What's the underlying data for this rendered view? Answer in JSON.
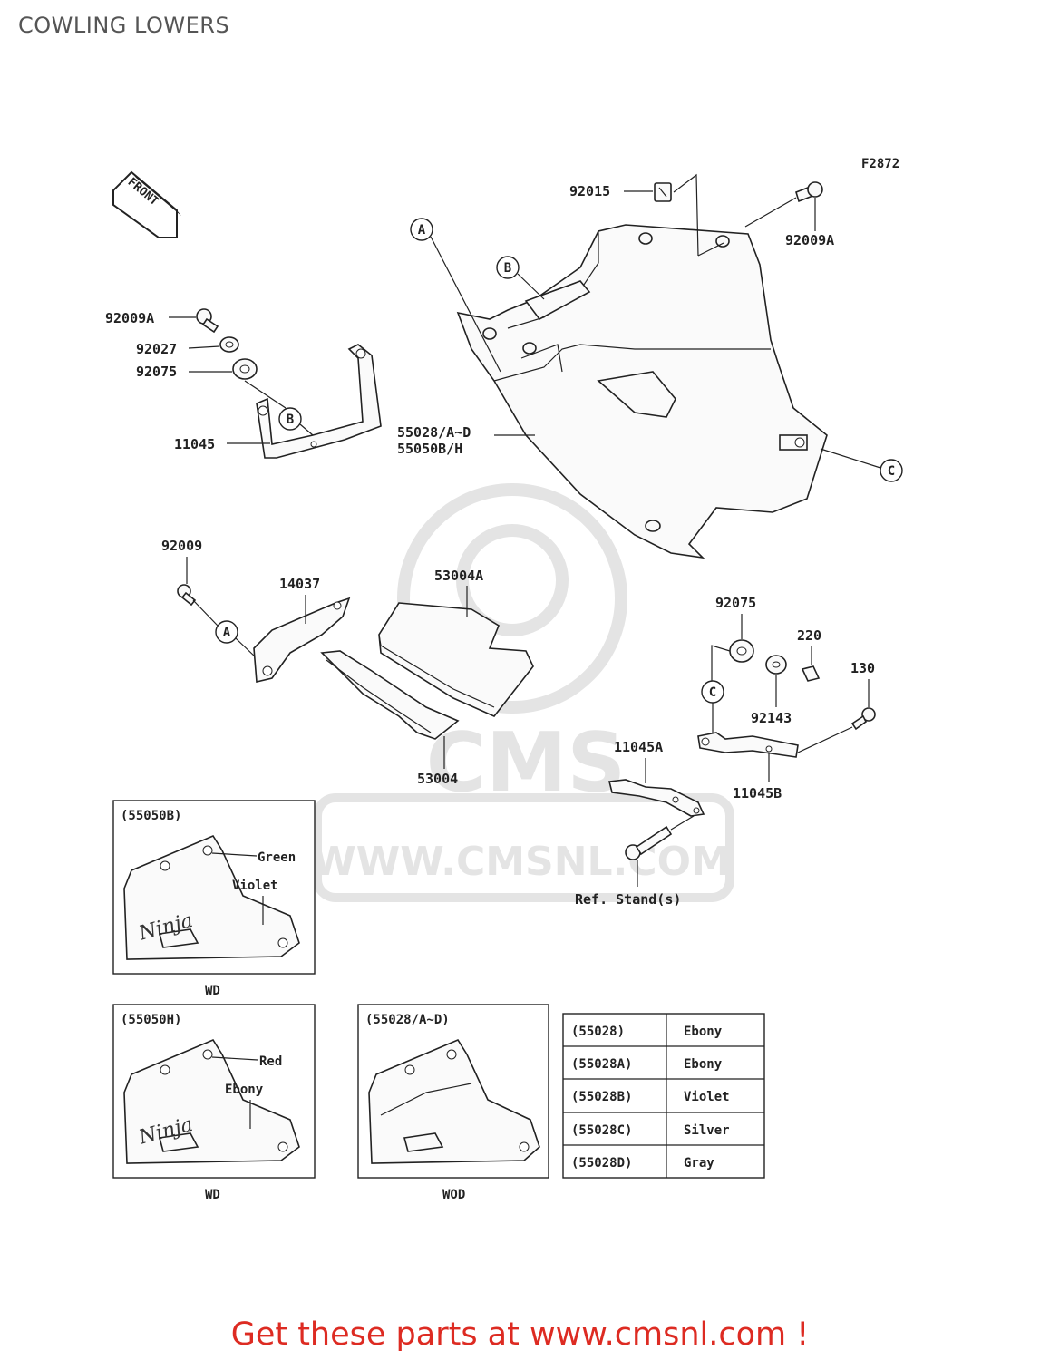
{
  "title": "COWLING LOWERS",
  "figure_code": "F2872",
  "front_label": "FRONT",
  "callouts": {
    "p92015": "92015",
    "p92009A_top": "92009A",
    "p92009A_left": "92009A",
    "p92027": "92027",
    "p92075_left": "92075",
    "p11045": "11045",
    "p55028": "55028/A~D",
    "p55050": "55050B/H",
    "p92009": "92009",
    "p14037": "14037",
    "p53004A": "53004A",
    "p53004": "53004",
    "p92075_right": "92075",
    "p220": "220",
    "p130": "130",
    "p92143": "92143",
    "p11045A": "11045A",
    "p11045B": "11045B",
    "ref_stand": "Ref. Stand(s)"
  },
  "circle_labels": {
    "A": "A",
    "B": "B",
    "C": "C"
  },
  "watermark": {
    "brand": "CMS",
    "url": "WWW.CMSNL.COM"
  },
  "panels": [
    {
      "title": "(55050B)",
      "color1": "Green",
      "color2": "Violet",
      "code": "WD",
      "logo": "Ninja"
    },
    {
      "title": "(55050H)",
      "color1": "Red",
      "color2": "Ebony",
      "code": "WD",
      "logo": "Ninja"
    },
    {
      "title": "(55028/A~D)",
      "code": "WOD"
    }
  ],
  "color_table": [
    {
      "part": "(55028)",
      "color": "Ebony"
    },
    {
      "part": "(55028A)",
      "color": "Ebony"
    },
    {
      "part": "(55028B)",
      "color": "Violet"
    },
    {
      "part": "(55028C)",
      "color": "Silver"
    },
    {
      "part": "(55028D)",
      "color": "Gray"
    }
  ],
  "footer": "Get these parts at www.cmsnl.com !"
}
